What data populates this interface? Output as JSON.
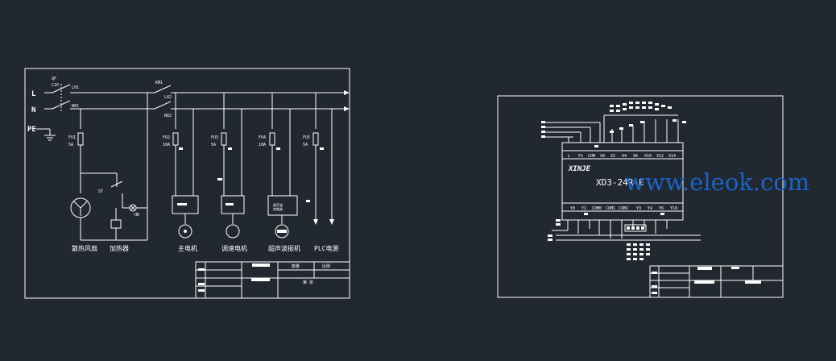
{
  "left_sheet": {
    "line_labels": {
      "live": "L",
      "neutral": "N",
      "earth": "PE"
    },
    "breaker": {
      "name": "QF",
      "rating": "C16"
    },
    "wires": {
      "live_out": "L01",
      "neutral_out": "N01",
      "km_live": "L02",
      "km_neutral": "N02"
    },
    "contactor": "KM1",
    "fuses": [
      {
        "name": "FU1",
        "rating": "5A"
      },
      {
        "name": "FU2",
        "rating": "10A"
      },
      {
        "name": "FU3",
        "rating": "5A"
      },
      {
        "name": "FU4",
        "rating": "10A"
      },
      {
        "name": "FU5",
        "rating": "5A"
      }
    ],
    "thermo": {
      "switch": "ST",
      "lamp": "HR"
    },
    "ultrasonic_box": "超声波\n控制器",
    "loads": [
      "散热风扇",
      "加热器",
      "主电机",
      "调速电机",
      "超声波振机",
      "PLC电源"
    ],
    "title_block": {
      "cell_a": "数量",
      "cell_b": "比例",
      "cell_c": "第  张"
    }
  },
  "right_sheet": {
    "plc_brand": "XINJE",
    "plc_model": "XD3-24R-E",
    "top_terminals": [
      "L",
      "FG",
      "COM",
      "X0",
      "X2",
      "X4",
      "X6",
      "X10",
      "X12",
      "X14"
    ],
    "bottom_terminals": [
      "Y0",
      "Y1",
      "COM0",
      "COM1",
      "COM2",
      "Y3",
      "Y4",
      "Y6",
      "Y10"
    ]
  },
  "watermark": "www.eleok.com",
  "colors": {
    "background": "#212830",
    "line": "#ffffff",
    "watermark": "#1a63c7"
  }
}
